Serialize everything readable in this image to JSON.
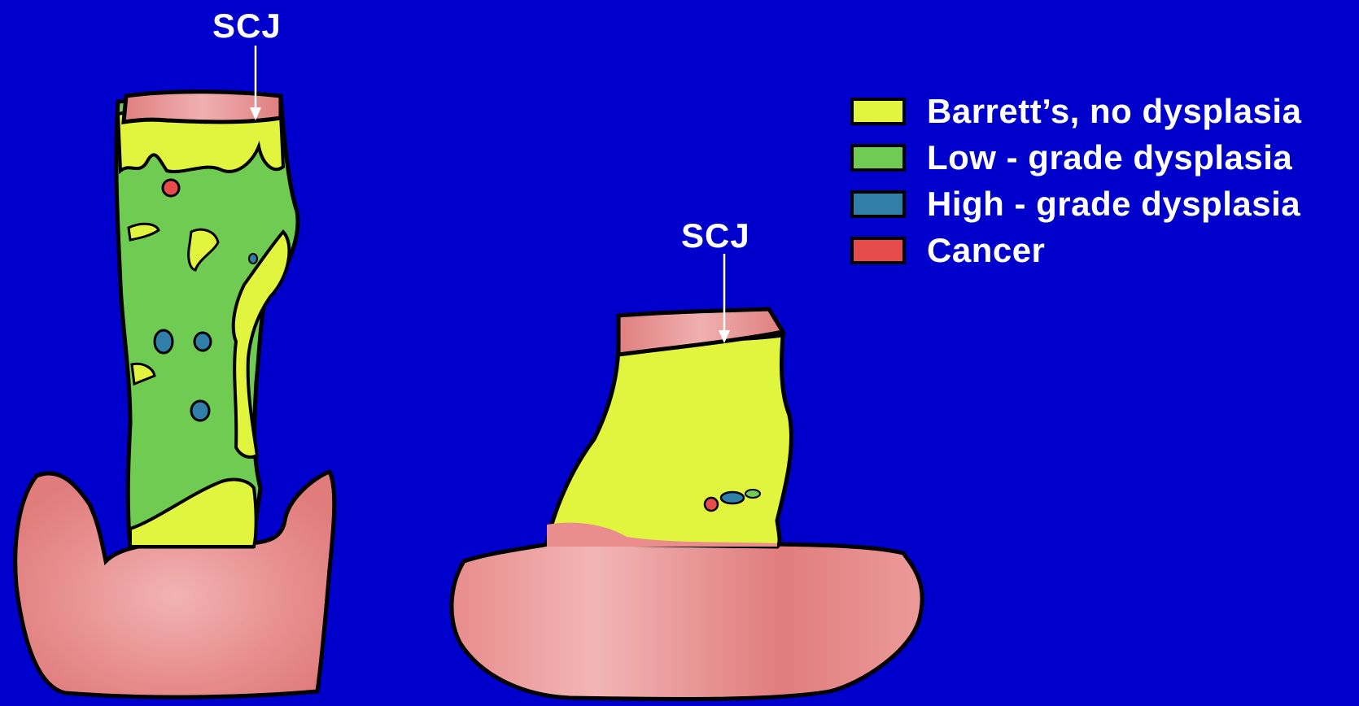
{
  "labels": {
    "scj_left": "SCJ",
    "scj_right": "SCJ"
  },
  "legend": [
    {
      "label": "Barrett’s, no dysplasia",
      "color": "#e2f53e"
    },
    {
      "label": "Low - grade dysplasia",
      "color": "#6fcb52"
    },
    {
      "label": "High - grade dysplasia",
      "color": "#2f7fa8"
    },
    {
      "label": "Cancer",
      "color": "#e74c4c"
    }
  ],
  "colors": {
    "background": "#0000CC",
    "stomach": "#e98d8d",
    "squamous": "#e6a0a0",
    "outline": "#000000"
  }
}
